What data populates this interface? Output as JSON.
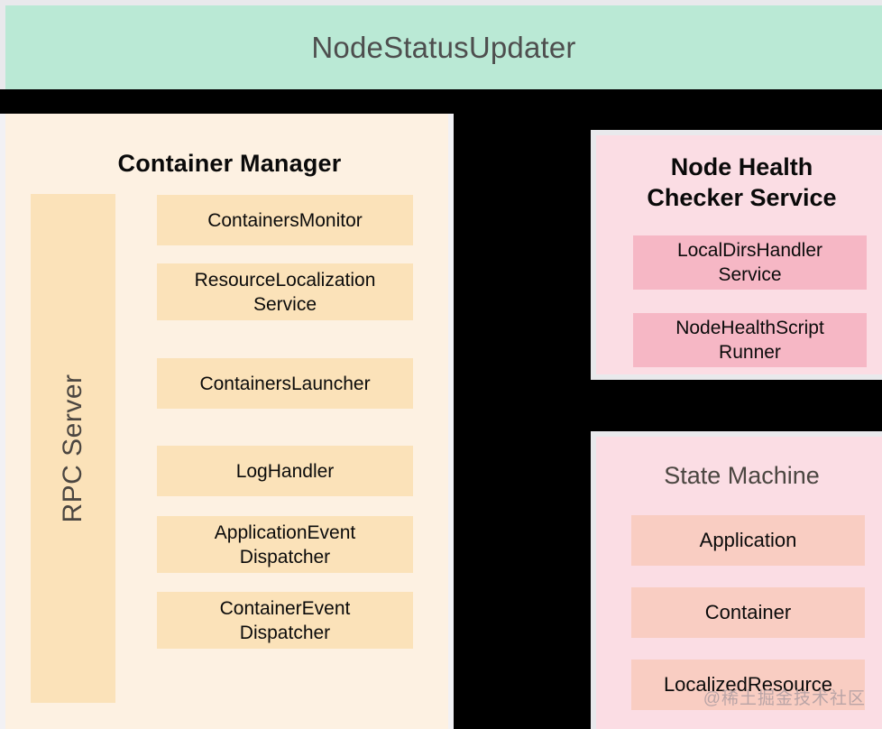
{
  "header": {
    "title": "NodeStatusUpdater",
    "background_color": "#bae9d5",
    "text_color": "#4e4e4e"
  },
  "container_manager": {
    "title": "Container Manager",
    "background_color": "#fdf1e2",
    "box_color": "#fbe2b9",
    "rpc_server": {
      "label": "RPC Server",
      "orientation": "vertical-bottom-to-top"
    },
    "components": [
      {
        "label": "ContainersMonitor",
        "lines": 1
      },
      {
        "label": "ResourceLocalization\nService",
        "lines": 2
      },
      {
        "label": "ContainersLauncher",
        "lines": 1
      },
      {
        "label": "LogHandler",
        "lines": 1
      },
      {
        "label": "ApplicationEvent\nDispatcher",
        "lines": 2
      },
      {
        "label": "ContainerEvent\nDispatcher",
        "lines": 2
      }
    ]
  },
  "node_health_checker_service": {
    "title": "Node Health\nChecker Service",
    "background_color": "#fbdde4",
    "box_color": "#f6b7c5",
    "components": [
      {
        "label": "LocalDirsHandler\nService"
      },
      {
        "label": "NodeHealthScript\nRunner"
      }
    ]
  },
  "state_machine": {
    "title": "State Machine",
    "background_color": "#fbdde4",
    "box_color": "#f9cdc2",
    "title_color": "#4b4641",
    "components": [
      {
        "label": "Application"
      },
      {
        "label": "Container"
      },
      {
        "label": "LocalizedResource"
      }
    ]
  },
  "watermark": {
    "text": "@稀土掘金技术社区"
  }
}
